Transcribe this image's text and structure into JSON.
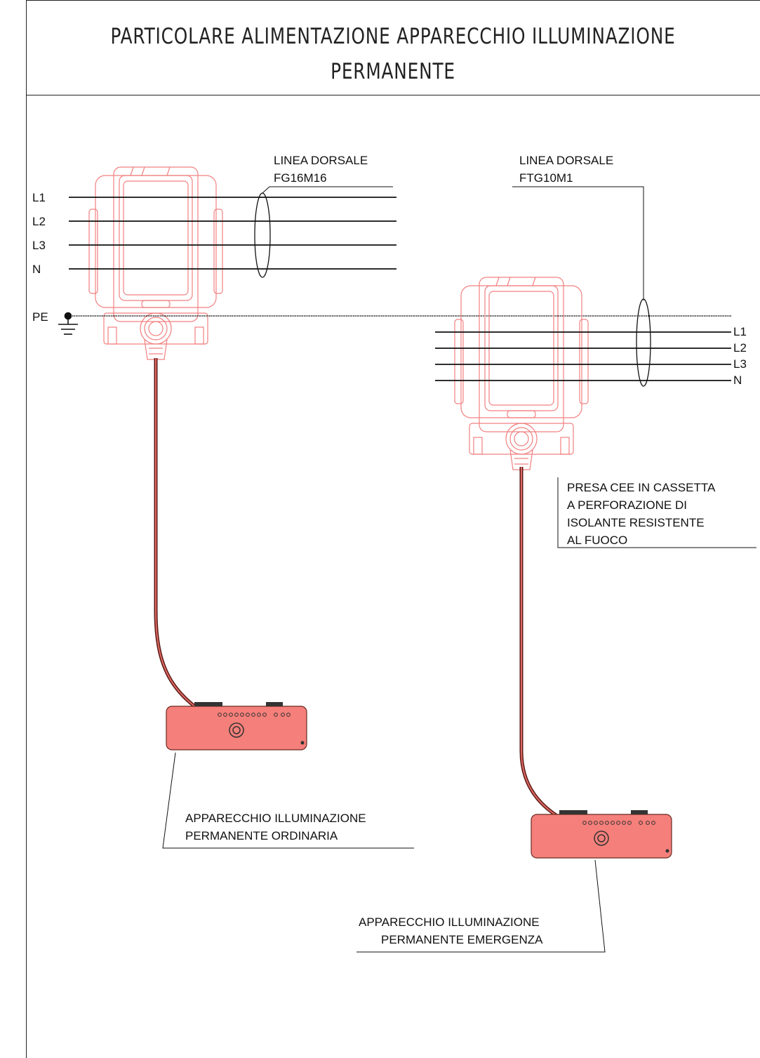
{
  "title": {
    "line1": "PARTICOLARE ALIMENTAZIONE APPARECCHIO ILLUMINAZIONE",
    "line2": "PERMANENTE"
  },
  "left_backbone": {
    "label_line1": "LINEA DORSALE",
    "label_line2": "FG16M16",
    "conductors": [
      "L1",
      "L2",
      "L3",
      "N"
    ],
    "earth": "PE"
  },
  "right_backbone": {
    "label_line1": "LINEA DORSALE",
    "label_line2": "FTG10M1",
    "conductors": [
      "L1",
      "L2",
      "L3",
      "N"
    ]
  },
  "socket_note": {
    "line1": "PRESA CEE IN CASSETTA",
    "line2": "A PERFORAZIONE DI",
    "line3": "ISOLANTE RESISTENTE",
    "line4": "AL FUOCO"
  },
  "ordinary_fixture": {
    "line1": "APPARECCHIO ILLUMINAZIONE",
    "line2": "PERMANENTE ORDINARIA"
  },
  "emergency_fixture": {
    "line1": "APPARECCHIO ILLUMINAZIONE",
    "line2": "PERMANENTE EMERGENZA"
  },
  "colors": {
    "outline": "#222222",
    "box_line": "#f28080",
    "fixture_fill": "#f57f7a",
    "cable": "#5a1a16"
  }
}
